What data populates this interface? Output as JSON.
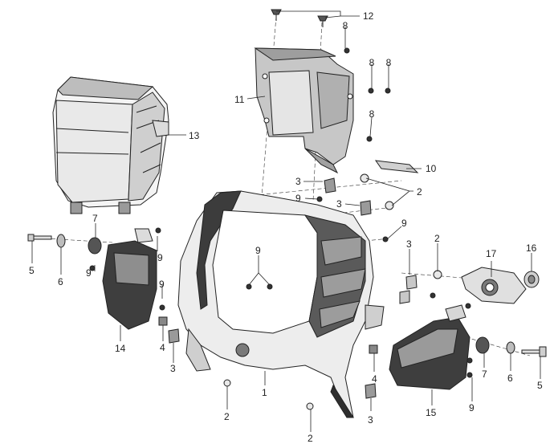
{
  "callouts": {
    "c1": "1",
    "c2a": "2",
    "c2b": "2",
    "c2c": "2",
    "c2d": "2",
    "c3a": "3",
    "c3b": "3",
    "c3c": "3",
    "c3d": "3",
    "c3e": "3",
    "c4a": "4",
    "c4b": "4",
    "c5a": "5",
    "c5b": "5",
    "c6a": "6",
    "c6b": "6",
    "c7a": "7",
    "c7b": "7",
    "c8a": "8",
    "c8b": "8",
    "c8c": "8",
    "c8d": "8",
    "c9a": "9",
    "c9b": "9",
    "c9c": "9",
    "c9d": "9",
    "c9e": "9",
    "c9f": "9",
    "c9g": "9",
    "c10": "10",
    "c11": "11",
    "c12": "12",
    "c13": "13",
    "c14": "14",
    "c15": "15",
    "c16": "16",
    "c17": "17"
  },
  "colors": {
    "line": "#222222",
    "fill_dark": "#3a3a3a",
    "fill_mid": "#8a8a8a",
    "fill_light": "#d6d6d6",
    "background": "#ffffff"
  }
}
